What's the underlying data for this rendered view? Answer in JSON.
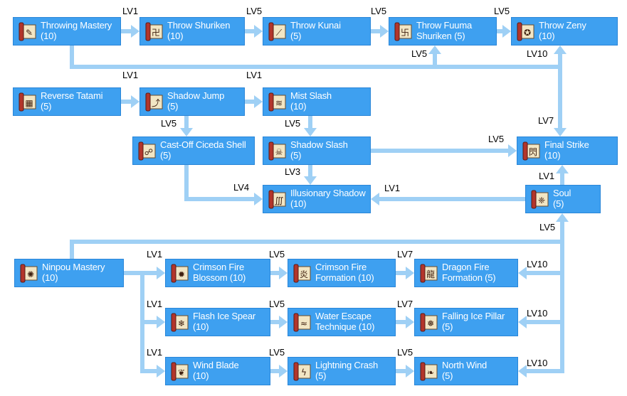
{
  "colors": {
    "node_fill": "#3ea0f0",
    "node_border": "#2a86d8",
    "line": "#9fd0f5",
    "icon_paper": "#f2e6c4",
    "icon_rod": "#b3352b"
  },
  "skills": [
    {
      "id": "throwing-mastery",
      "line1": "Throwing Mastery",
      "line2": "(10)",
      "icon": "scroll-kunai-icon",
      "glyph": "✎"
    },
    {
      "id": "throw-shuriken",
      "line1": "Throw Shuriken",
      "line2": "(10)",
      "icon": "scroll-shuriken-icon",
      "glyph": "卍"
    },
    {
      "id": "throw-kunai",
      "line1": "Throw Kunai",
      "line2": "(5)",
      "icon": "scroll-kunai-icon",
      "glyph": "⟋"
    },
    {
      "id": "throw-fuuma-shuriken",
      "line1": "Throw Fuuma",
      "line2": "Shuriken (5)",
      "icon": "scroll-fuuma-icon",
      "glyph": "卐"
    },
    {
      "id": "throw-zeny",
      "line1": "Throw Zeny",
      "line2": "(10)",
      "icon": "scroll-zeny-icon",
      "glyph": "✪"
    },
    {
      "id": "reverse-tatami",
      "line1": "Reverse Tatami",
      "line2": "(5)",
      "icon": "scroll-tatami-icon",
      "glyph": "▦"
    },
    {
      "id": "shadow-jump",
      "line1": "Shadow Jump",
      "line2": "(5)",
      "icon": "scroll-jump-icon",
      "glyph": "⤴"
    },
    {
      "id": "mist-slash",
      "line1": "Mist Slash",
      "line2": "(10)",
      "icon": "scroll-mist-icon",
      "glyph": "≋"
    },
    {
      "id": "cast-off-cicada-shell",
      "line1": "Cast-Off Ciceda Shell",
      "line2": "(5)",
      "icon": "scroll-shell-icon",
      "glyph": "☍"
    },
    {
      "id": "shadow-slash",
      "line1": "Shadow Slash",
      "line2": "(5)",
      "icon": "scroll-shadow-slash-icon",
      "glyph": "☠"
    },
    {
      "id": "final-strike",
      "line1": "Final Strike",
      "line2": "(10)",
      "icon": "scroll-final-strike-icon",
      "glyph": "閃"
    },
    {
      "id": "illusionary-shadow",
      "line1": "Illusionary Shadow",
      "line2": "(10)",
      "icon": "scroll-illusion-icon",
      "glyph": "∭"
    },
    {
      "id": "soul",
      "line1": "Soul",
      "line2": "(5)",
      "icon": "scroll-soul-icon",
      "glyph": "❈"
    },
    {
      "id": "ninpou-mastery",
      "line1": "Ninpou Mastery",
      "line2": "(10)",
      "icon": "scroll-ninpou-icon",
      "glyph": "✺"
    },
    {
      "id": "crimson-fire-blossom",
      "line1": "Crimson Fire",
      "line2": "Blossom (10)",
      "icon": "scroll-fire-blossom-icon",
      "glyph": "✹"
    },
    {
      "id": "crimson-fire-formation",
      "line1": "Crimson Fire",
      "line2": "Formation (10)",
      "icon": "scroll-fire-formation-icon",
      "glyph": "炎"
    },
    {
      "id": "dragon-fire-formation",
      "line1": "Dragon Fire",
      "line2": "Formation (5)",
      "icon": "scroll-dragon-fire-icon",
      "glyph": "龍"
    },
    {
      "id": "flash-ice-spear",
      "line1": "Flash Ice Spear",
      "line2": "(10)",
      "icon": "scroll-ice-spear-icon",
      "glyph": "❄"
    },
    {
      "id": "water-escape-technique",
      "line1": "Water Escape",
      "line2": "Technique (10)",
      "icon": "scroll-water-icon",
      "glyph": "≈"
    },
    {
      "id": "falling-ice-pillar",
      "line1": "Falling Ice Pillar",
      "line2": "(5)",
      "icon": "scroll-ice-pillar-icon",
      "glyph": "❅"
    },
    {
      "id": "wind-blade",
      "line1": "Wind Blade",
      "line2": "(10)",
      "icon": "scroll-wind-blade-icon",
      "glyph": "❦"
    },
    {
      "id": "lightning-crash",
      "line1": "Lightning Crash",
      "line2": "(5)",
      "icon": "scroll-lightning-icon",
      "glyph": "ϟ"
    },
    {
      "id": "north-wind",
      "line1": "North Wind",
      "line2": "(5)",
      "icon": "scroll-north-wind-icon",
      "glyph": "❧"
    }
  ],
  "level_labels": [
    {
      "id": "tm-ts",
      "text": "LV1"
    },
    {
      "id": "ts-tk",
      "text": "LV5"
    },
    {
      "id": "tk-tf",
      "text": "LV5"
    },
    {
      "id": "tf-tz",
      "text": "LV5"
    },
    {
      "id": "tm-tf",
      "text": "LV5"
    },
    {
      "id": "fs-tz",
      "text": "LV10"
    },
    {
      "id": "rt-sj",
      "text": "LV1"
    },
    {
      "id": "sj-ms",
      "text": "LV1"
    },
    {
      "id": "sj-cs",
      "text": "LV5"
    },
    {
      "id": "ms-ss",
      "text": "LV5"
    },
    {
      "id": "ss-fs",
      "text": "LV5"
    },
    {
      "id": "ss-is",
      "text": "LV3"
    },
    {
      "id": "cs-is",
      "text": "LV4"
    },
    {
      "id": "so-is",
      "text": "LV1"
    },
    {
      "id": "so-fs",
      "text": "LV1"
    },
    {
      "id": "fs-up",
      "text": "LV7"
    },
    {
      "id": "nm-so",
      "text": "LV5"
    },
    {
      "id": "nm-cb",
      "text": "LV1"
    },
    {
      "id": "cb-cf",
      "text": "LV5"
    },
    {
      "id": "cf-df",
      "text": "LV7"
    },
    {
      "id": "nm-df",
      "text": "LV10"
    },
    {
      "id": "nm-fi",
      "text": "LV1"
    },
    {
      "id": "fi-we",
      "text": "LV5"
    },
    {
      "id": "we-fp",
      "text": "LV7"
    },
    {
      "id": "nm-fp",
      "text": "LV10"
    },
    {
      "id": "nm-wb",
      "text": "LV1"
    },
    {
      "id": "wb-lc",
      "text": "LV5"
    },
    {
      "id": "lc-nw",
      "text": "LV5"
    },
    {
      "id": "nm-nw",
      "text": "LV10"
    }
  ]
}
